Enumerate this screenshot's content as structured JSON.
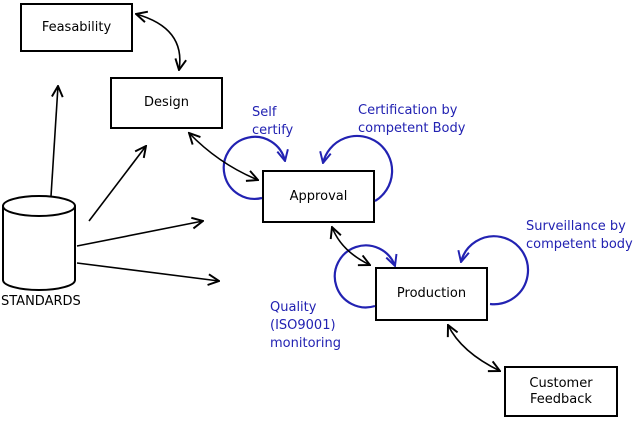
{
  "diagram": {
    "nodes": {
      "feasability": {
        "label": "Feasability"
      },
      "design": {
        "label": "Design"
      },
      "approval": {
        "label": "Approval"
      },
      "production": {
        "label": "Production"
      },
      "customer_feedback": {
        "lines": [
          "Customer",
          "Feedback"
        ]
      }
    },
    "datastore": {
      "label": "STANDARDS"
    },
    "annotations": {
      "self_certify": {
        "lines": [
          "Self",
          "certify"
        ]
      },
      "certification": {
        "lines": [
          "Certification by",
          "competent Body"
        ]
      },
      "surveillance": {
        "lines": [
          "Surveillance by",
          "competent body"
        ]
      },
      "quality": {
        "lines": [
          "Quality",
          "(ISO9001)",
          "monitoring"
        ]
      }
    },
    "colors": {
      "annotation_blue": "#2222b2",
      "stroke_black": "#000000",
      "background": "#ffffff"
    }
  }
}
